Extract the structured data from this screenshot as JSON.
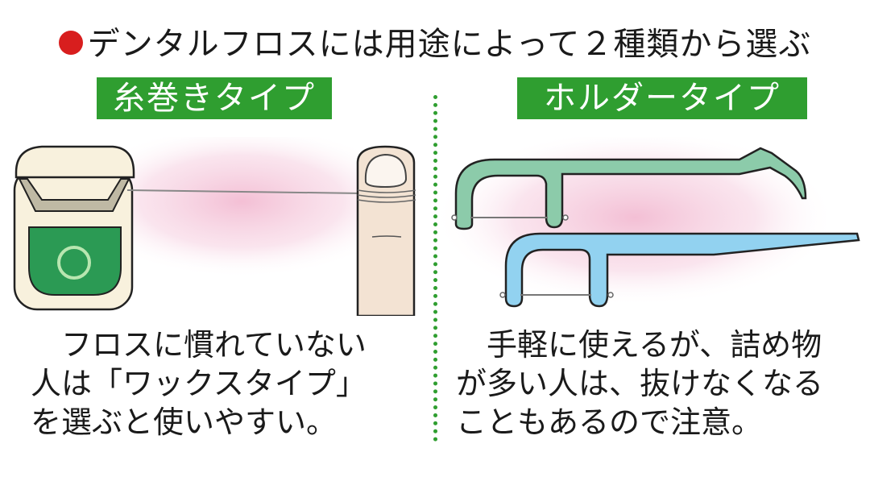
{
  "title": "デンタルフロスには用途によって２種類から選ぶ",
  "colors": {
    "title_dot": "#d81e1e",
    "label_bg": "#2f9e30",
    "divider": "#2f9e30",
    "holder_green": "#8ccbaa",
    "holder_blue": "#92d2f0",
    "spool_case": "#f8f1dd",
    "spool_window": "#2b9a54",
    "glow": "#f2b8d0"
  },
  "left": {
    "label": "糸巻きタイプ",
    "caption": [
      "　フロスに慣れていない",
      "人は「ワックスタイプ」",
      "を選ぶと使いやすい。"
    ]
  },
  "right": {
    "label": "ホルダータイプ",
    "caption": [
      "　手軽に使えるが、詰め物",
      "が多い人は、抜けなくなる",
      "こともあるので注意。"
    ]
  }
}
